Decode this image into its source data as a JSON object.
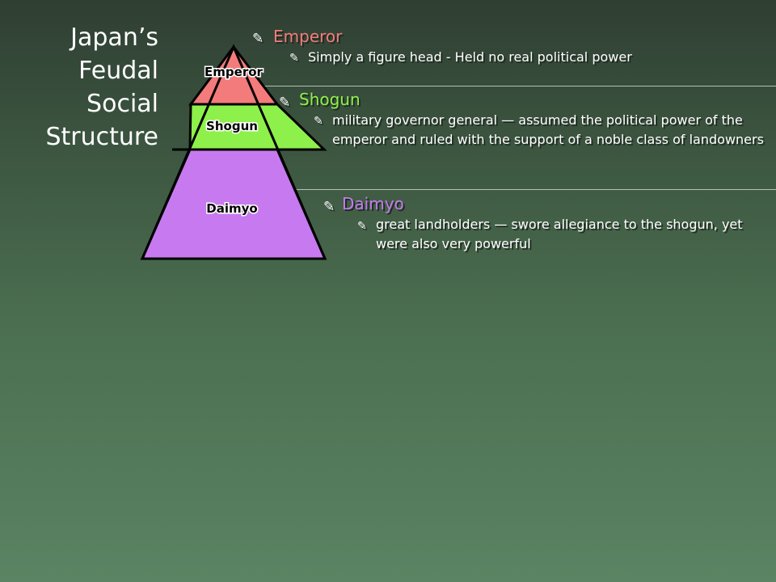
{
  "title": {
    "lines": [
      "Japan’s",
      "Feudal",
      "Social",
      "Structure"
    ]
  },
  "pyramid": {
    "tiers": [
      {
        "label": "Emperor",
        "color": "#f47b7b"
      },
      {
        "label": "Shogun",
        "color": "#8ef04a"
      },
      {
        "label": "Daimyo",
        "color": "#c77af0"
      }
    ]
  },
  "items": [
    {
      "heading": "Emperor",
      "heading_color": "#f47b7b",
      "description": "Simply a figure head - Held no real political power"
    },
    {
      "heading": "Shogun",
      "heading_color": "#8ef04a",
      "description": "military governor general — assumed the political power of the emperor and ruled with the support of a noble class of landowners"
    },
    {
      "heading": "Daimyo",
      "heading_color": "#c77af0",
      "description": "great landholders — swore allegiance to the shogun, yet were also very powerful"
    }
  ],
  "icons": {
    "bullet": "quill-bullet-icon"
  }
}
